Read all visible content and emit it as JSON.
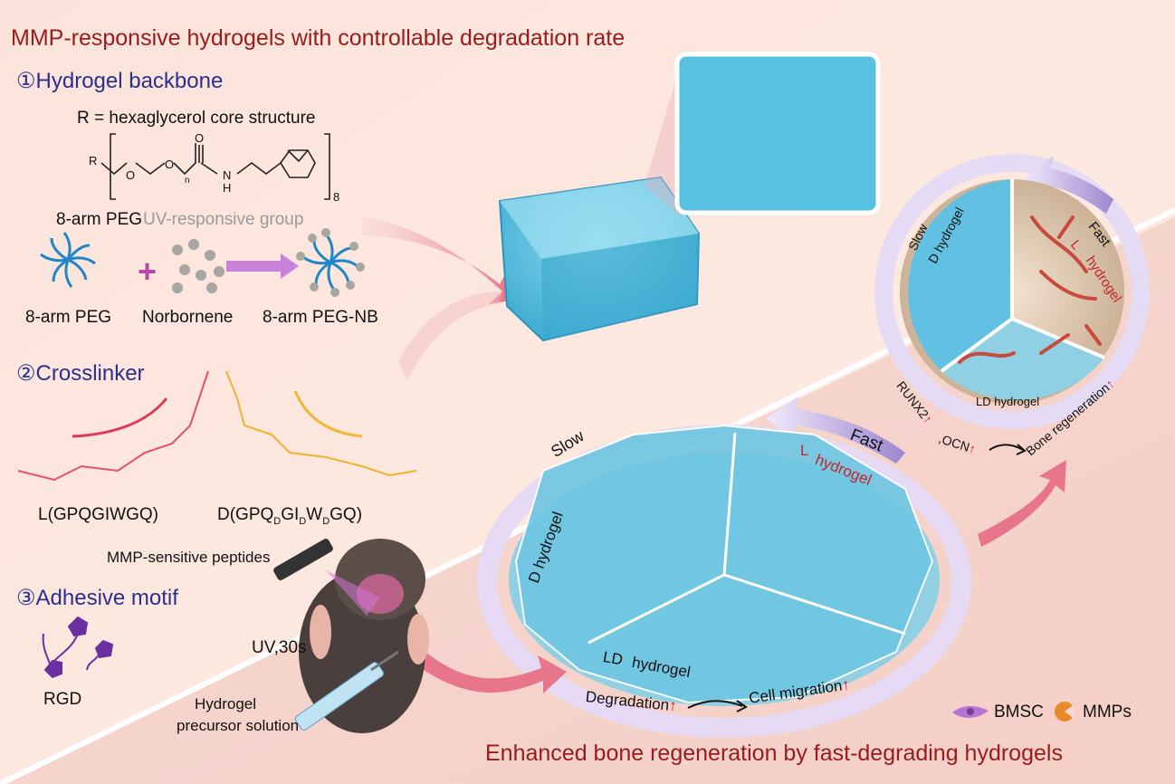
{
  "title": "MMP-responsive hydrogels with controllable degradation rate",
  "bottom_title": "Enhanced bone regeneration by fast-degrading hydrogels",
  "section1": {
    "heading": "①Hydrogel backbone",
    "r_def": "R = hexaglycerol core structure",
    "formula": {
      "r": "R",
      "o1": "O",
      "o2": "O",
      "n": "n",
      "o3": "O",
      "nh": "N",
      "h": "H",
      "sub8": "8"
    },
    "peg_label": "8-arm PEG",
    "uv_group_label": "UV-responsive group",
    "reactants": [
      "8-arm PEG",
      "Norbornene",
      "8-arm PEG-NB"
    ],
    "plus": "+"
  },
  "section2": {
    "heading": "②Crosslinker",
    "peptide_l": "L(GPQGIWGQ)",
    "peptide_d_parts": [
      "D(GPQ",
      "D",
      "GI",
      "D",
      "W",
      "D",
      "GQ)"
    ],
    "caption": "MMP-sensitive peptides"
  },
  "section3": {
    "heading": "③Adhesive motif",
    "rgd": "RGD"
  },
  "injection": {
    "uv": "UV,30s",
    "precursor_line1": "Hydrogel",
    "precursor_line2": "precursor solution"
  },
  "lower_circle": {
    "slow": "Slow",
    "fast": "Fast",
    "d_hydrogel": "D hydrogel",
    "l_letter": "L",
    "l_hydrogel": "hydrogel",
    "ld_letters": "LD",
    "ld_hydrogel": "hydrogel",
    "degradation": "Degradation",
    "cell_migration": "Cell migration"
  },
  "upper_circle": {
    "slow": "Slow",
    "d_hydrogel": "D hydrogel",
    "fast": "Fast",
    "l_letter": "L",
    "l_hydrogel": "hydrogel",
    "ld_hydrogel": "LD hydrogel",
    "runx2": "RUNX2",
    "ocn": ",OCN",
    "bone_regeneration": "Bone regeneration"
  },
  "legend": {
    "bmsc": "BMSC",
    "mmps": "MMPs"
  },
  "colors": {
    "title_red": "#9a1b1b",
    "section_blue": "#2b2f8e",
    "hydrogel_blue": "#5fc3e0",
    "peptide_red": "#e03a55",
    "peptide_yellow": "#f2b632",
    "arrow_purple": "#b9a5dc",
    "arrow_pink": "#e8768a",
    "bmsc_purple": "#b675d1",
    "mmp_orange": "#e98a2a"
  }
}
